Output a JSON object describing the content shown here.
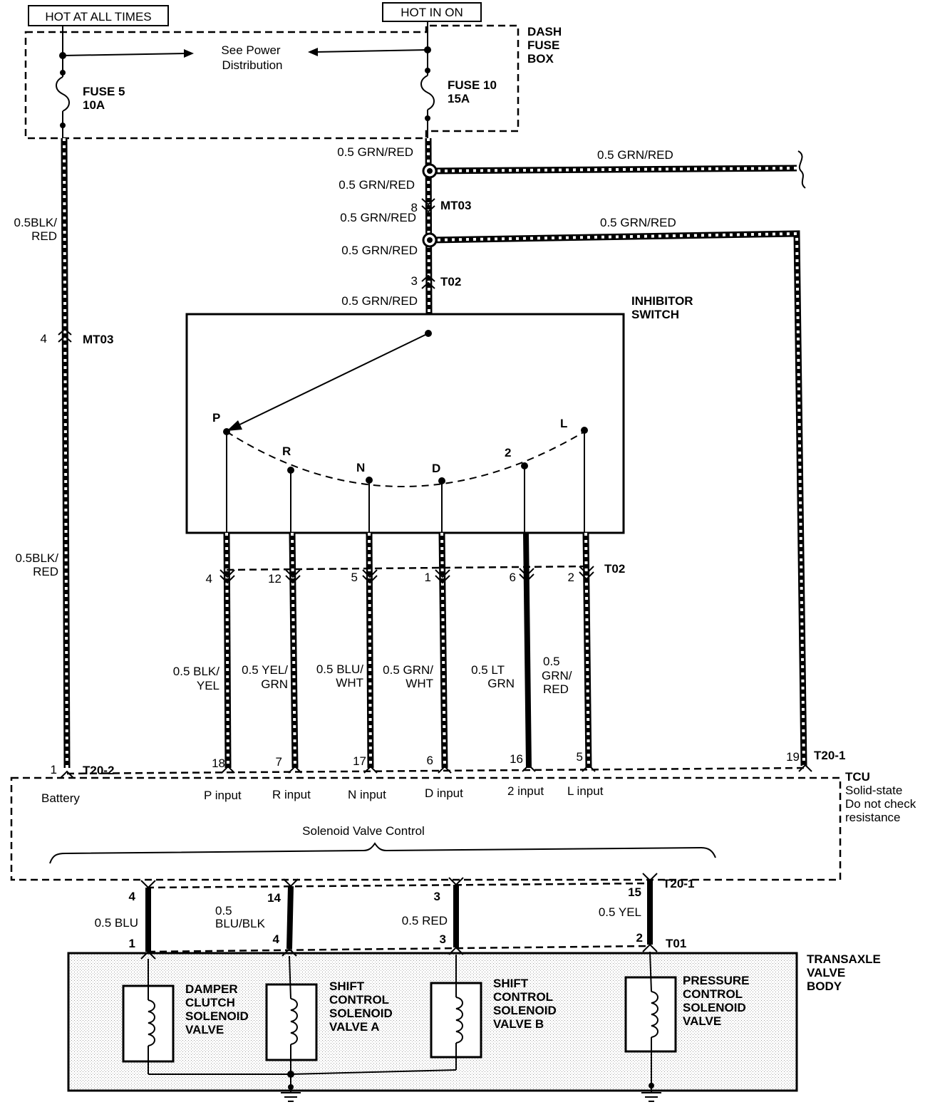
{
  "power": {
    "hot_at_all_times": "HOT AT ALL TIMES",
    "hot_in_on": "HOT IN ON",
    "see_power_line1": "See Power",
    "see_power_line2": "Distribution",
    "dash_fuse_box": [
      "DASH",
      "FUSE",
      "BOX"
    ],
    "fuse5": [
      "FUSE 5",
      "10A"
    ],
    "fuse10": [
      "FUSE 10",
      "15A"
    ]
  },
  "wires": {
    "grn_red": "0.5 GRN/RED",
    "blk_red": [
      "0.5BLK/",
      "RED"
    ],
    "p_wire": [
      "0.5 BLK/",
      "YEL"
    ],
    "r_wire": [
      "0.5 YEL/",
      "GRN"
    ],
    "n_wire": [
      "0.5 BLU/",
      "WHT"
    ],
    "d_wire": [
      "0.5 GRN/",
      "WHT"
    ],
    "two_wire": [
      "0.5 LT",
      "GRN"
    ],
    "l_wire": [
      "0.5",
      "GRN/",
      "RED"
    ],
    "blu": "0.5 BLU",
    "blu_blk": [
      "0.5",
      "BLU/BLK"
    ],
    "red": "0.5 RED",
    "yel": "0.5 YEL"
  },
  "connectors": {
    "mt03": "MT03",
    "t02": "T02",
    "t20_1": "T20-1",
    "t20_2": "T20-2",
    "t01": "T01",
    "pins": {
      "mt03_grn": "8",
      "t02_grn": "3",
      "mt03_blk": "4",
      "sw_p": "4",
      "sw_r": "12",
      "sw_n": "5",
      "sw_d": "1",
      "sw_2": "6",
      "sw_l": "2",
      "tcu_batt": "1",
      "tcu_p": "18",
      "tcu_r": "7",
      "tcu_n": "17",
      "tcu_d": "6",
      "tcu_2": "16",
      "tcu_l": "5",
      "tcu_19": "19",
      "out_dc": "4",
      "out_a": "14",
      "out_b": "3",
      "out_pc": "15",
      "v_dc": "1",
      "v_a": "4",
      "v_b": "3",
      "v_pc": "2"
    }
  },
  "inhibitor_switch": {
    "title": [
      "INHIBITOR",
      "SWITCH"
    ],
    "positions": [
      "P",
      "R",
      "N",
      "D",
      "2",
      "L"
    ]
  },
  "tcu": {
    "title": "TCU",
    "note": [
      "Solid-state",
      "Do not check",
      "resistance"
    ],
    "inputs": [
      "Battery",
      "P input",
      "R input",
      "N input",
      "D input",
      "2 input",
      "L input"
    ],
    "solenoid_control": "Solenoid Valve Control"
  },
  "valve_body": {
    "title": [
      "TRANSAXLE",
      "VALVE",
      "BODY"
    ],
    "solenoids": [
      [
        "DAMPER",
        "CLUTCH",
        "SOLENOID",
        "VALVE"
      ],
      [
        "SHIFT",
        "CONTROL",
        "SOLENOID",
        "VALVE A"
      ],
      [
        "SHIFT",
        "CONTROL",
        "SOLENOID",
        "VALVE B"
      ],
      [
        "PRESSURE",
        "CONTROL",
        "SOLENOID",
        "VALVE"
      ]
    ]
  }
}
